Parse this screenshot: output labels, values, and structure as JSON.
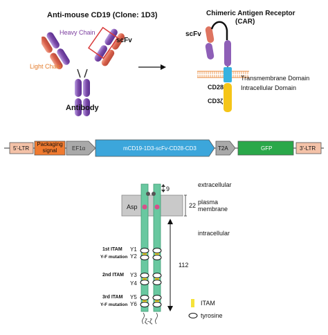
{
  "antibody": {
    "title": "Anti-mouse CD19 (Clone: 1D3)",
    "heavy_chain": "Heavy Chain",
    "light_chain": "Light Chain",
    "scfv": "scFv",
    "label": "Antibody"
  },
  "car": {
    "title_line1": "Chimeric Antigen Receptor",
    "title_line2": "(CAR)",
    "scfv": "scFv",
    "transmembrane": "Transmembrane Domain",
    "intracellular": "Intracellular Domain",
    "cd28": "CD28",
    "cd3": "CD3ζ"
  },
  "construct": {
    "segments": [
      "5'-LTR",
      "Packaging signal",
      "EF1α",
      "mCD19-1D3-scFv-CD28-CD3",
      "T2A",
      "GFP",
      "3'-LTR"
    ]
  },
  "membrane": {
    "extracellular": "extracellular",
    "plasma_line1": "plasma",
    "plasma_line2": "membrane",
    "intracellular": "intracellular",
    "asp": "Asp",
    "num_9": "9",
    "num_22": "22",
    "num_112": "112",
    "itams": [
      {
        "label": "1st ITAM",
        "y1": "Y1",
        "mutation": "Y-F mutation",
        "y2": "Y2"
      },
      {
        "label": "2nd ITAM",
        "y1": "Y3",
        "y2": "Y4"
      },
      {
        "label": "3rd ITAM",
        "y1": "Y5",
        "mutation": "Y-F mutation",
        "y2": "Y6"
      }
    ],
    "zeta": "ζ-ζ",
    "legend_itam": "ITAM",
    "legend_tyrosine": "tyrosine"
  },
  "colors": {
    "heavy": "#8e5fb7",
    "light": "#e9866a",
    "purple_text": "#7a3b9e",
    "orange_text": "#e47b2a",
    "red_box": "#d83a3a",
    "membrane_band": "#e88a3c",
    "cd28": "#38b2e0",
    "cd3": "#f5c518",
    "chain_green": "#69c8a0",
    "blue_segment": "#3ca6db",
    "green_segment": "#2aa84a",
    "ltr": "#f4c2a8",
    "packaging": "#f07a2f"
  }
}
